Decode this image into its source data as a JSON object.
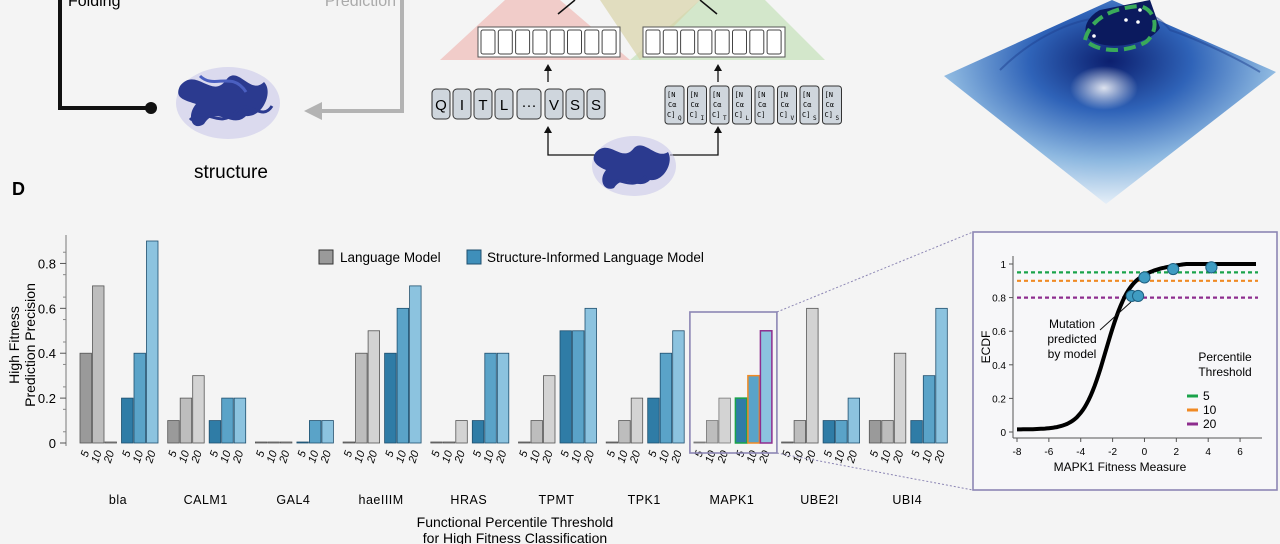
{
  "colors": {
    "background": "#f4f4f4",
    "lm_fill": "#8a8a8a",
    "slm_fill": "#2e7aa3",
    "protein": "#2b3a8f",
    "inset_green": "#1aa34a",
    "inset_orange": "#f08a24",
    "inset_purple": "#8e2d8e",
    "highlight_box": "#8c86b4"
  },
  "top": {
    "folding_label": "Folding",
    "prediction_label": "Prediction",
    "structure_label": "structure",
    "sequence_tokens": [
      "Q",
      "I",
      "T",
      "L",
      "···",
      "V",
      "S",
      "S"
    ],
    "structure_tokens": [
      {
        "l1": "[N",
        "l2": "Cα",
        "l3": "C]",
        "sub": "Q"
      },
      {
        "l1": "[N",
        "l2": "Cα",
        "l3": "C]",
        "sub": "I"
      },
      {
        "l1": "[N",
        "l2": "Cα",
        "l3": "C]",
        "sub": "T"
      },
      {
        "l1": "[N",
        "l2": "Cα",
        "l3": "C]",
        "sub": "L"
      },
      {
        "l1": "[N",
        "l2": "Cα",
        "l3": "C]",
        "sub": ""
      },
      {
        "l1": "[N",
        "l2": "Cα",
        "l3": "C]",
        "sub": "V"
      },
      {
        "l1": "[N",
        "l2": "Cα",
        "l3": "C]",
        "sub": "S"
      },
      {
        "l1": "[N",
        "l2": "Cα",
        "l3": "C]",
        "sub": "S"
      }
    ]
  },
  "panel_label": "D",
  "chart_data": [
    {
      "type": "bar",
      "ylabel": "High Fitness\nPrediction Precision",
      "xlabel": "Functional Percentile Threshold\nfor High Fitness Classification",
      "ylim": [
        0,
        0.9
      ],
      "yticks": [
        "0",
        "0.2",
        "0.4",
        "0.6",
        "0.8"
      ],
      "threshold_ticks": [
        "5",
        "10",
        "20"
      ],
      "legend": [
        "Language Model",
        "Structure-Informed Language Model"
      ],
      "legend_placement": "top-center",
      "highlighted_group": "MAPK1",
      "groups": [
        {
          "name": "bla",
          "lm": [
            0.4,
            0.7,
            0.0
          ],
          "slm": [
            0.2,
            0.4,
            0.9
          ]
        },
        {
          "name": "CALM1",
          "lm": [
            0.1,
            0.2,
            0.3
          ],
          "slm": [
            0.1,
            0.2,
            0.2
          ]
        },
        {
          "name": "GAL4",
          "lm": [
            0.0,
            0.0,
            0.0
          ],
          "slm": [
            0.0,
            0.1,
            0.1
          ]
        },
        {
          "name": "haeIIIM",
          "lm": [
            0.0,
            0.4,
            0.5
          ],
          "slm": [
            0.4,
            0.6,
            0.7
          ]
        },
        {
          "name": "HRAS",
          "lm": [
            0.0,
            0.0,
            0.1
          ],
          "slm": [
            0.1,
            0.4,
            0.4
          ]
        },
        {
          "name": "TPMT",
          "lm": [
            0.0,
            0.1,
            0.3
          ],
          "slm": [
            0.5,
            0.5,
            0.6
          ]
        },
        {
          "name": "TPK1",
          "lm": [
            0.0,
            0.1,
            0.2
          ],
          "slm": [
            0.2,
            0.4,
            0.5
          ]
        },
        {
          "name": "MAPK1",
          "lm": [
            0.0,
            0.1,
            0.2
          ],
          "slm": [
            0.2,
            0.3,
            0.5
          ]
        },
        {
          "name": "UBE2I",
          "lm": [
            0.0,
            0.1,
            0.6
          ],
          "slm": [
            0.1,
            0.1,
            0.2
          ]
        },
        {
          "name": "UBI4",
          "lm": [
            0.1,
            0.1,
            0.4
          ],
          "slm": [
            0.1,
            0.3,
            0.6
          ]
        }
      ]
    },
    {
      "type": "line",
      "xlabel": "MAPK1 Fitness Measure",
      "ylabel": "ECDF",
      "xlim": [
        -8.5,
        7.5
      ],
      "ylim": [
        0,
        1.05
      ],
      "xticks": [
        "-8",
        "-6",
        "-4",
        "-2",
        "0",
        "2",
        "4",
        "6"
      ],
      "yticks": [
        "0",
        "0.2",
        "0.4",
        "0.6",
        "0.8",
        "1"
      ],
      "annotation": "Mutation\npredicted\nby model",
      "legend_title": "Percentile\nThreshold",
      "thresholds": [
        {
          "label": "5",
          "y": 0.95,
          "color": "#1aa34a"
        },
        {
          "label": "10",
          "y": 0.9,
          "color": "#f08a24"
        },
        {
          "label": "20",
          "y": 0.8,
          "color": "#8e2d8e"
        }
      ],
      "points": [
        {
          "x": -0.8,
          "y": 0.81
        },
        {
          "x": -0.4,
          "y": 0.81
        },
        {
          "x": 0.0,
          "y": 0.92
        },
        {
          "x": 1.8,
          "y": 0.97
        },
        {
          "x": 4.2,
          "y": 0.98
        }
      ]
    }
  ]
}
